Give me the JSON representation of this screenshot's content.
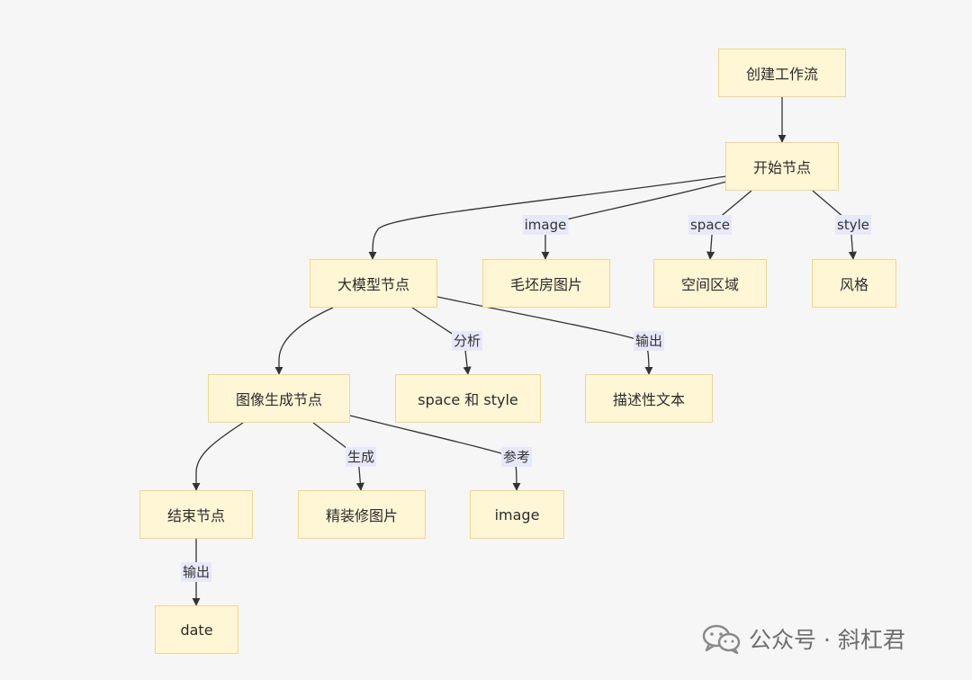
{
  "nodes": {
    "create_workflow": "创建工作流",
    "start": "开始节点",
    "llm": "大模型节点",
    "rough_image": "毛坯房图片",
    "space_area": "空间区域",
    "style": "风格",
    "image_gen": "图像生成节点",
    "space_style": "space 和 style",
    "desc_text": "描述性文本",
    "end": "结束节点",
    "refined_image": "精装修图片",
    "image": "image",
    "date": "date"
  },
  "edge_labels": {
    "image": "image",
    "space": "space",
    "style": "style",
    "analyze": "分析",
    "output1": "输出",
    "generate": "生成",
    "reference": "参考",
    "output2": "输出"
  },
  "watermark": {
    "text": "公众号 · 斜杠君",
    "icon": "wechat-icon"
  }
}
